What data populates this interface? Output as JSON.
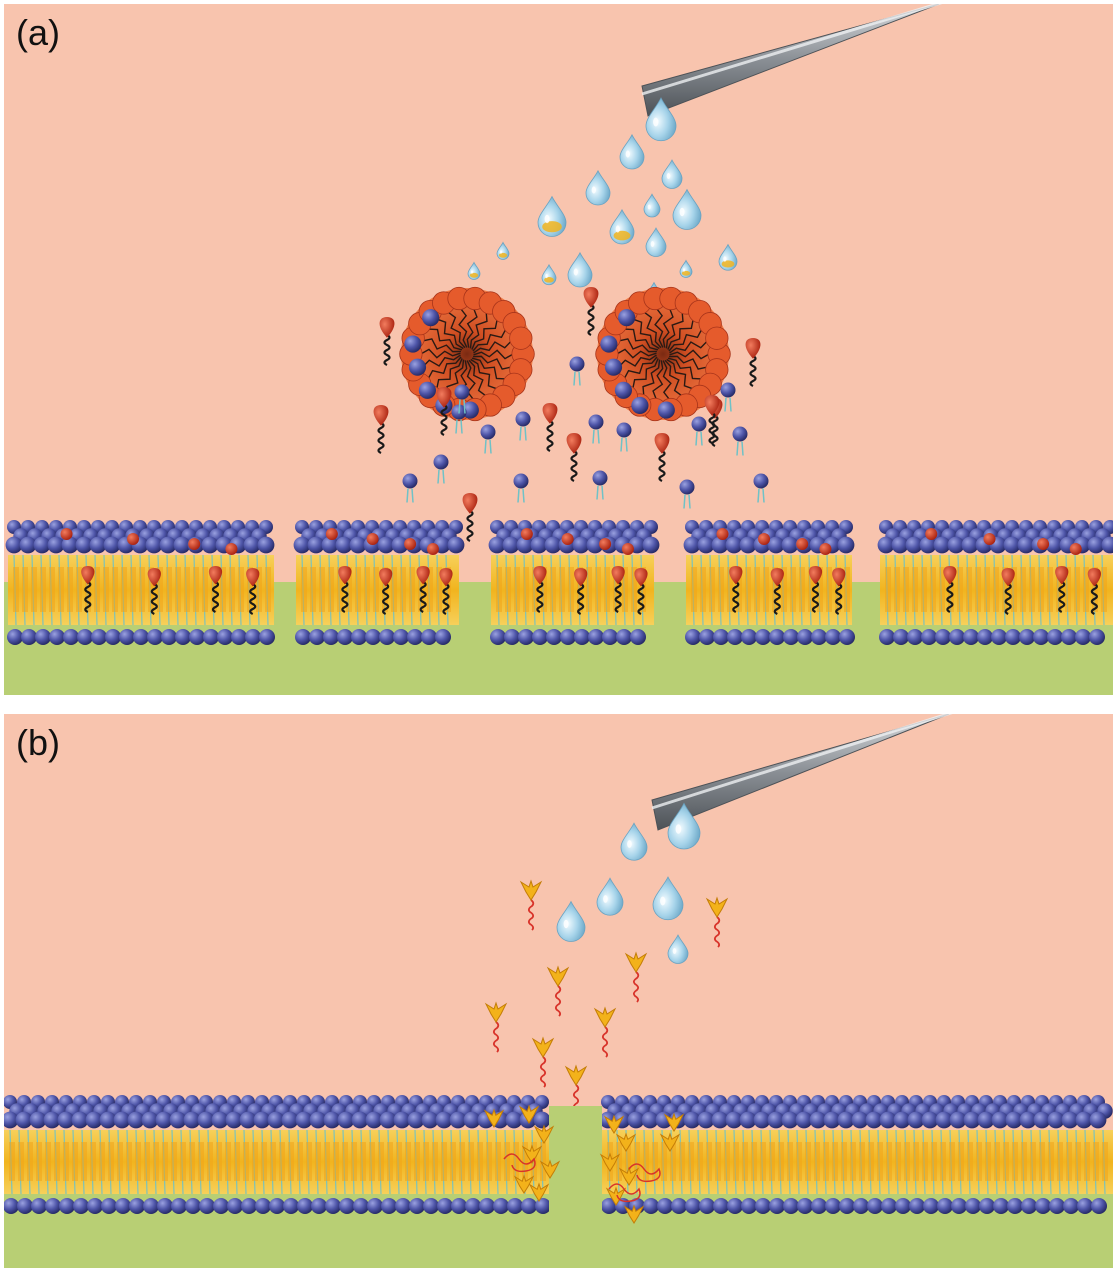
{
  "figure": {
    "panels": [
      {
        "id": "a",
        "label": "(a)"
      },
      {
        "id": "b",
        "label": "(b)"
      }
    ],
    "colors": {
      "background": "#f8c4ae",
      "membrane_base": "#b8cf74",
      "lipid_head": "#4e55a8",
      "lipid_core": "#f1b41e",
      "lipid_tail": "#6fc2c7",
      "detergent_head": "#d3361d",
      "micelle": "#e55b2c",
      "enzyme": "#f3b21a",
      "droplet": "#a7d4ea",
      "pipette": "#8a8f95"
    },
    "icons": [
      "pipette-icon",
      "droplet-icon",
      "micelle-icon",
      "lipid-icon",
      "detergent-icon",
      "enzyme-icon"
    ]
  }
}
